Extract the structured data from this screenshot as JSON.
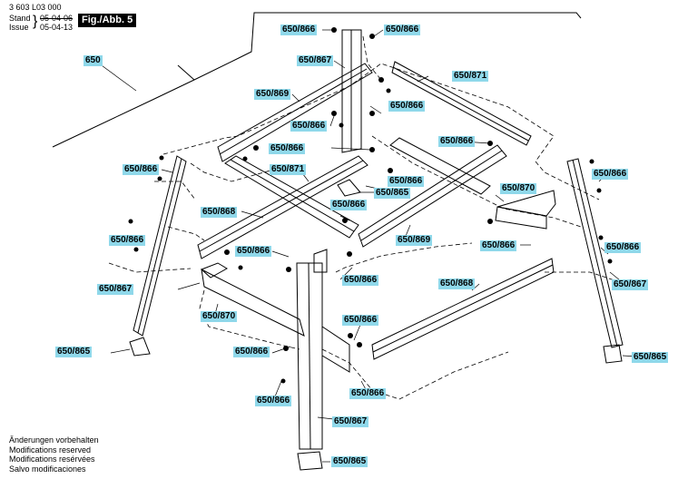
{
  "header": {
    "doc_number": "3 603 L03 000",
    "stand_label": "Stand",
    "issue_label": "Issue",
    "stand_date": "05-04-06",
    "issue_date": "05-04-13",
    "figure_label": "Fig./Abb. 5"
  },
  "footer": {
    "lines": [
      "Änderungen vorbehalten",
      "Modifications reserved",
      "Modifications resérvées",
      "Salvo modificaciones"
    ]
  },
  "callouts": [
    "650/866",
    "650/866",
    "650",
    "650/867",
    "650/871",
    "650/869",
    "650/866",
    "650/866",
    "650/866",
    "650/866",
    "650/866",
    "650/871",
    "650/866",
    "650/866",
    "650/865",
    "650/868",
    "650/866",
    "650/869",
    "650/870",
    "650/866",
    "650/866",
    "650/866",
    "650/866",
    "650/866",
    "650/868",
    "650/867",
    "650/867",
    "650/870",
    "650/866",
    "650/865",
    "650/866",
    "650/865",
    "650/866",
    "650/866",
    "650/867",
    "650/865"
  ],
  "colors": {
    "callout_bg": "#8fd8ea",
    "line": "#000000"
  }
}
